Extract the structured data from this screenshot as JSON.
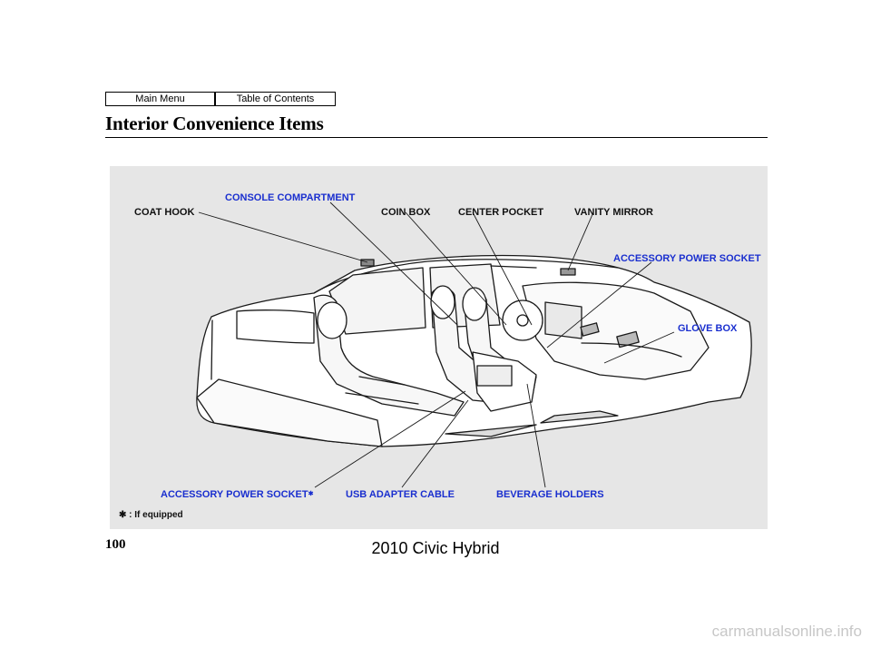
{
  "nav": {
    "main_menu": "Main Menu",
    "table_of_contents": "Table of Contents"
  },
  "page": {
    "title": "Interior Convenience Items",
    "number": "100",
    "model": "2010 Civic Hybrid",
    "watermark": "carmanualsonline.info"
  },
  "figure": {
    "callouts": {
      "coat_hook": "COAT HOOK",
      "console_compartment": "CONSOLE COMPARTMENT",
      "coin_box": "COIN BOX",
      "center_pocket": "CENTER POCKET",
      "vanity_mirror": "VANITY MIRROR",
      "accessory_power_socket_front": "ACCESSORY POWER SOCKET",
      "glove_box": "GLOVE BOX",
      "accessory_power_socket_console": "ACCESSORY POWER SOCKET",
      "usb_adapter_cable": "USB ADAPTER CABLE",
      "beverage_holders": "BEVERAGE HOLDERS"
    },
    "if_equipped_mark": "✱",
    "footnote": ": If equipped"
  },
  "colors": {
    "blue_label": "#1a2fcf",
    "panel_background": "#e6e6e6"
  }
}
